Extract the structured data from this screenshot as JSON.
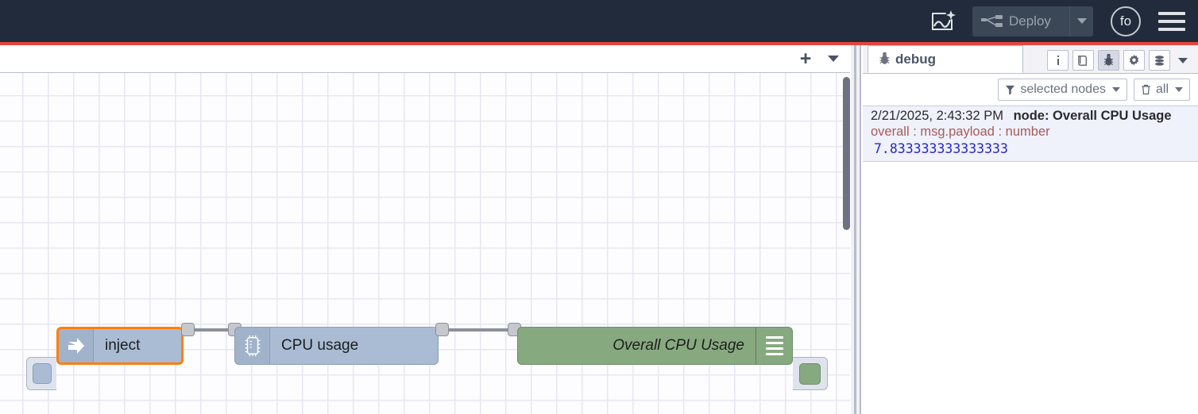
{
  "header": {
    "ai_icon": "ai-flow-icon",
    "deploy": {
      "label": "Deploy",
      "icon": "deploy-icon"
    },
    "avatar": {
      "initials": "fo"
    },
    "menu_icon": "hamburger-menu-icon",
    "accent_color": "#e8433c",
    "background_color": "#212b3b"
  },
  "workspace": {
    "tabbar": {
      "add_label": "+",
      "menu_icon": "chevron-down-icon"
    },
    "nodes": [
      {
        "id": "inject",
        "type": "inject",
        "label": "inject",
        "icon": "arrow-right-icon",
        "selected": true,
        "color": "#a9bcd4",
        "selection_color": "#ff7f0e"
      },
      {
        "id": "cpu-usage",
        "type": "cpu",
        "label": "CPU usage",
        "icon": "microchip-icon",
        "selected": false,
        "color": "#a9bcd4"
      },
      {
        "id": "overall-cpu-usage",
        "type": "debug",
        "label": "Overall CPU Usage",
        "icon": "debug-lines-icon",
        "selected": false,
        "color": "#87a980"
      }
    ]
  },
  "sidebar": {
    "tab": {
      "label": "debug",
      "icon": "bug-icon"
    },
    "icon_buttons": [
      {
        "name": "info-icon",
        "glyph": "i",
        "active": false
      },
      {
        "name": "help-book-icon",
        "glyph": "book",
        "active": false
      },
      {
        "name": "debug-bug-icon",
        "glyph": "bug",
        "active": true
      },
      {
        "name": "config-gear-icon",
        "glyph": "gear",
        "active": false
      },
      {
        "name": "context-data-icon",
        "glyph": "stack",
        "active": false
      }
    ],
    "filters": {
      "node_filter": {
        "label": "selected nodes",
        "icon": "funnel-icon"
      },
      "clear": {
        "label": "all",
        "icon": "trash-icon"
      }
    },
    "messages": [
      {
        "timestamp": "2/21/2025, 2:43:32 PM",
        "node": "node: Overall CPU Usage",
        "topic": "overall : msg.payload : number",
        "value": "7.833333333333333"
      }
    ]
  }
}
